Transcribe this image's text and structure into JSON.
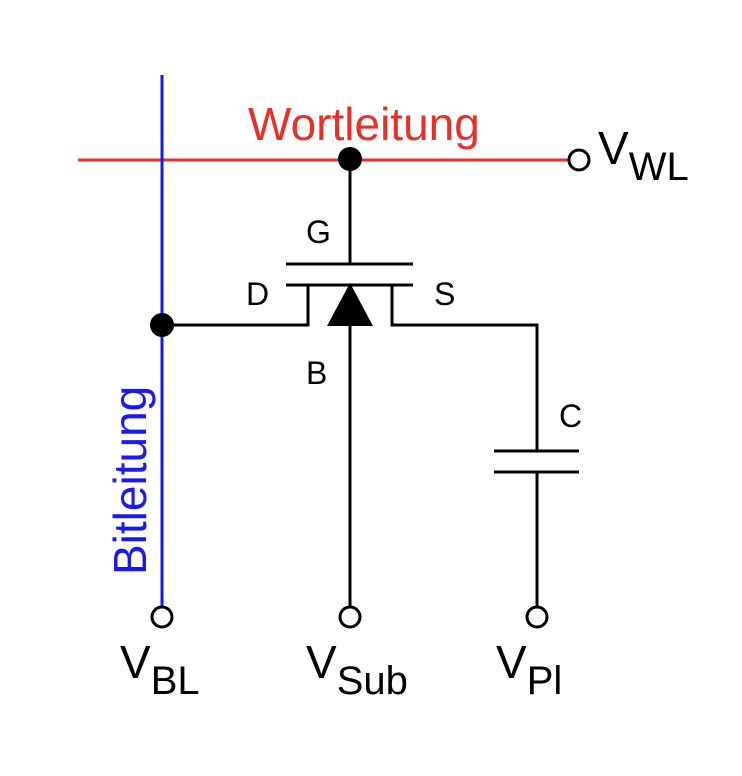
{
  "colors": {
    "wordline": "#e8302a",
    "bitline": "#1a1aee",
    "wire": "#000000",
    "background": "#ffffff"
  },
  "labels": {
    "wordline": "Wortleitung",
    "bitline": "Bitleitung",
    "gate": "G",
    "drain": "D",
    "source": "S",
    "body": "B",
    "capacitor": "C"
  },
  "terminals": {
    "wl": {
      "main": "V",
      "sub": "WL"
    },
    "bl": {
      "main": "V",
      "sub": "BL"
    },
    "sub": {
      "main": "V",
      "sub": "Sub"
    },
    "pl": {
      "main": "V",
      "sub": "Pl"
    }
  }
}
